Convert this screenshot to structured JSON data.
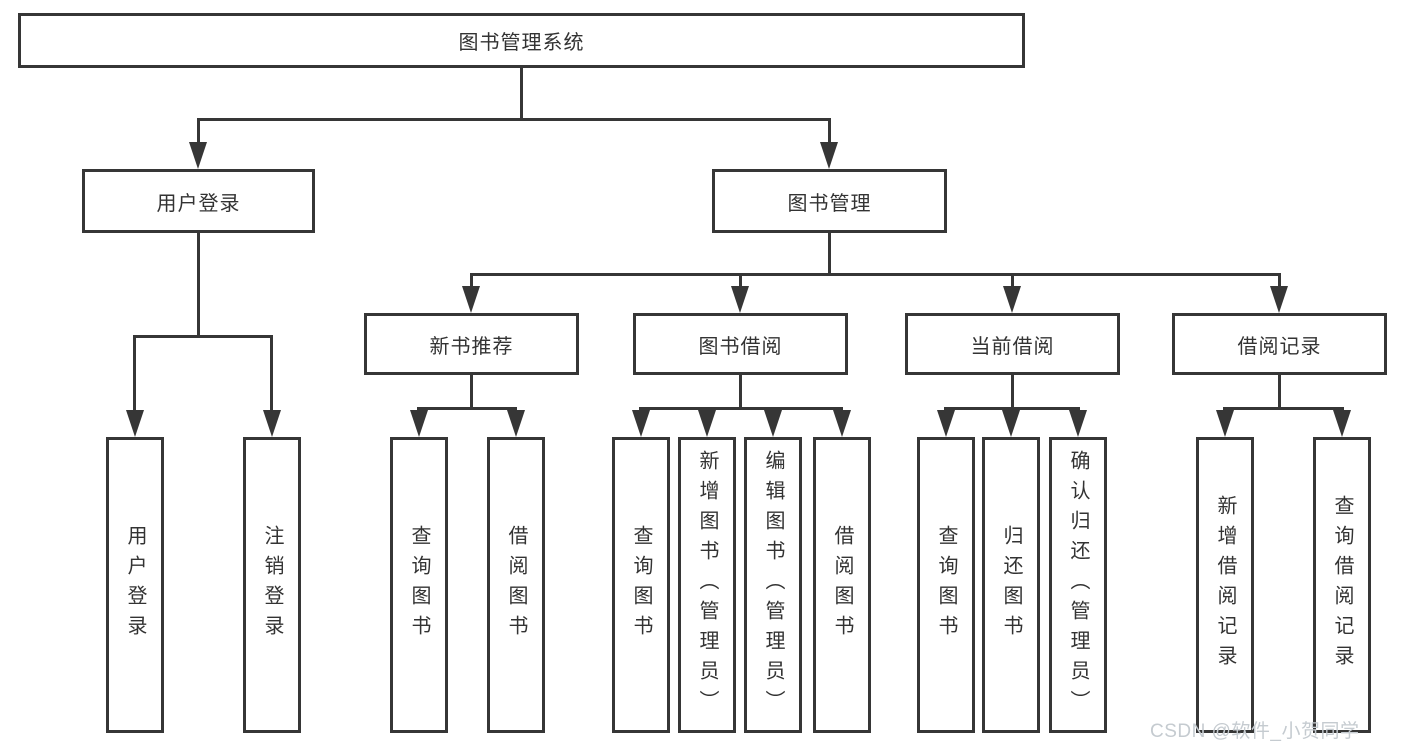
{
  "diagram_title": "图书管理系统",
  "tree": {
    "root": {
      "label": "图书管理系统"
    },
    "user_login": {
      "label": "用户登录",
      "children": {
        "login": {
          "label": "用户登录"
        },
        "logout": {
          "label": "注销登录"
        }
      }
    },
    "book_mgmt": {
      "label": "图书管理",
      "children": {
        "new_book": {
          "label": "新书推荐",
          "children": {
            "query": {
              "label": "查询图书"
            },
            "borrow": {
              "label": "借阅图书"
            }
          }
        },
        "book_borrow": {
          "label": "图书借阅",
          "children": {
            "query": {
              "label": "查询图书"
            },
            "add": {
              "label": "新增图书（管理员）"
            },
            "edit": {
              "label": "编辑图书（管理员）"
            },
            "borrow": {
              "label": "借阅图书"
            }
          }
        },
        "current_borrow": {
          "label": "当前借阅",
          "children": {
            "query": {
              "label": "查询图书"
            },
            "return": {
              "label": "归还图书"
            },
            "confirm": {
              "label": "确认归还（管理员）"
            }
          }
        },
        "borrow_record": {
          "label": "借阅记录",
          "children": {
            "add": {
              "label": "新增借阅记录"
            },
            "query": {
              "label": "查询借阅记录"
            }
          }
        }
      }
    }
  },
  "watermark": {
    "text": "CSDN @软件_小贺同学"
  },
  "colors": {
    "line": "#363636",
    "text": "#333333",
    "box_background": "#ffffff",
    "watermark": "#c5cbd0"
  }
}
